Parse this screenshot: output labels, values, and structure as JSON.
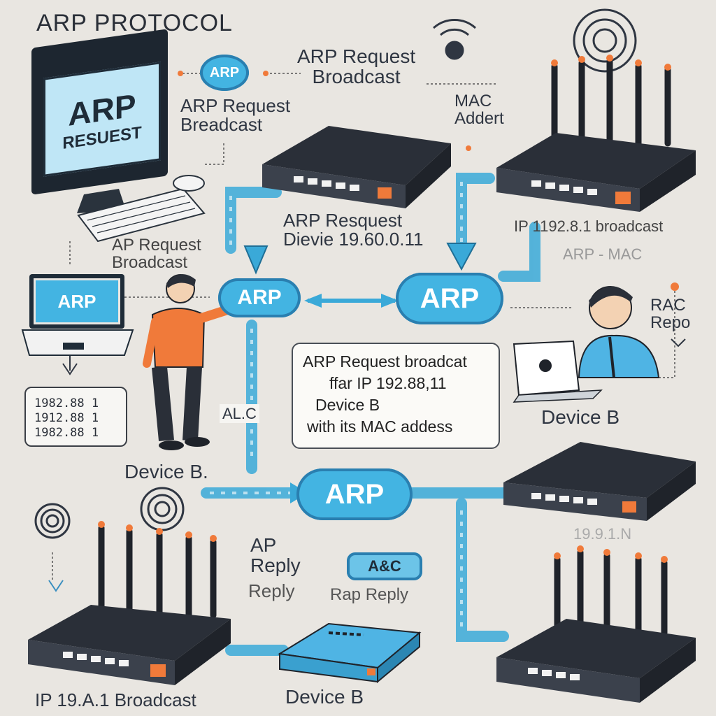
{
  "title": "ARP PROTOCOL",
  "monitor": {
    "line1": "ARP",
    "line2": "RESUEST"
  },
  "badge_top": "ARP",
  "labels": {
    "request_broadcast_left": "ARP Request\nBreadcast",
    "request_broadcast_top": "ARP Request\nBroadcast",
    "mac_addert": "MAC\nAddert",
    "arp_resquest_device": "ARP Resquest\nDievie 19.60.0.11",
    "ip_broadcast_right": "IP 1192.8.1 broadcast",
    "arp_mac": "ARP - MAC",
    "ap_request_broadcast": "AP Request\nBroadcast",
    "rac_repo": "RAC\nRepo",
    "device_b_right": "Device B",
    "device_b_left": "Device B.",
    "al_c": "AL.C",
    "ap_reply": "AP\nReply",
    "reply": "Reply",
    "rap_reply": "Rap  Reply",
    "ip_broadcast_bottom": "IP 19.A.1 Broadcast",
    "device_b_bottom": "Device B",
    "ip_partial": "19.9.1.N"
  },
  "laptop_screen": "ARP",
  "ip_list": [
    "1982.88 1",
    "1912.88 1",
    "1982.88 1"
  ],
  "pills": {
    "left": "ARP",
    "center": "ARP",
    "lower": "ARP",
    "small": "A&C"
  },
  "caption": {
    "line1": "ARP Request broadcat",
    "line2": "ffar  IP 192.88,11",
    "line3": "Device B",
    "line4": "with its MAC addess"
  },
  "colors": {
    "accent": "#43b4e2",
    "dark": "#2a2f38",
    "orange": "#f07a3a",
    "background": "#e9e6e1"
  }
}
